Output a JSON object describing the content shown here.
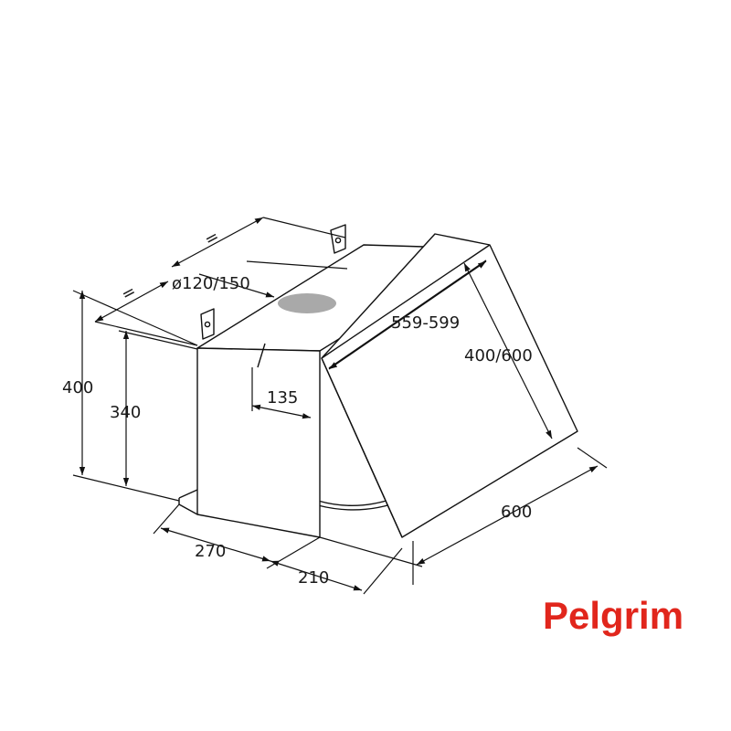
{
  "diagram": {
    "dimensions": {
      "duct": "ø120/150",
      "eq_top": "=",
      "eq_left": "=",
      "height_total": "400",
      "height_body": "340",
      "offset_135": "135",
      "depth_270": "270",
      "depth_210": "210",
      "width_inner": "559-599",
      "panel": "400/600",
      "width_600": "600"
    },
    "brand": {
      "name": "Pelgrim",
      "color": "#e1261c"
    }
  }
}
